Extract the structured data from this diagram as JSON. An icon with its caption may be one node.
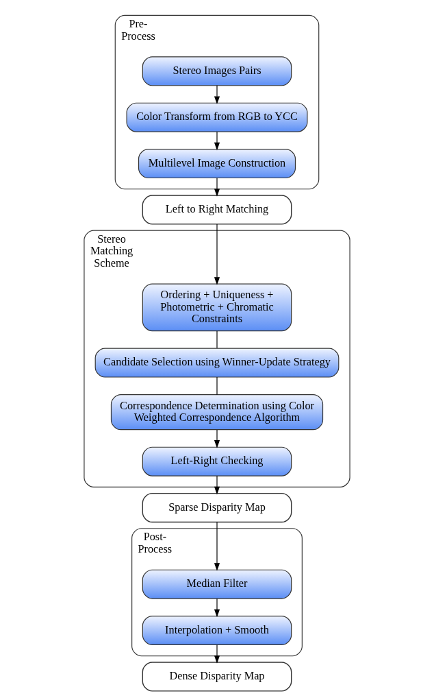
{
  "diagram": {
    "nodes": [
      {
        "text": [
          "Pre- Process"
        ]
      },
      {
        "text": [
          "Stereo Images Pairs"
        ],
        "in": 0
      },
      {
        "text": [
          "Color Transform from RGB to YCC"
        ],
        "in": 0
      },
      {
        "text": [
          "Multilevel Image Construction"
        ],
        "in": 0
      },
      {
        "text": [
          "Left to Right Matching"
        ]
      },
      {
        "text": [
          "Stereo Matching Scheme"
        ]
      },
      {
        "text": [
          "Ordering + Uniqueness + Photometric + Chromatic Constraints"
        ],
        "in": 5
      },
      {
        "text": [
          "Candidate Selection using Winner-Update Strategy"
        ],
        "in": 5
      },
      {
        "text": [
          "Correspondence Determination using Color Weighted Correspondence Algorithm"
        ],
        "in": 5
      },
      {
        "text": [
          "Left-Right Checking"
        ],
        "in": 5
      },
      {
        "text": [
          "Sparse Disparity Map"
        ]
      },
      {
        "text": [
          "Post- Process"
        ]
      },
      {
        "text": [
          "Median Filter"
        ],
        "in": 11
      },
      {
        "text": [
          "Interpolation + Smooth"
        ],
        "in": 11
      },
      {
        "text": [
          "Dense Disparity Map"
        ]
      }
    ],
    "edges": [
      {
        "from": 1,
        "to": 2,
        "arrow": "to"
      },
      {
        "from": 2,
        "to": 3,
        "arrow": "to"
      },
      {
        "from": 3,
        "to": 4,
        "arrow": "to"
      },
      {
        "from": 4,
        "to": 6,
        "arrow": "to"
      },
      {
        "from": 6,
        "to": 7,
        "arrow": "none"
      },
      {
        "from": 7,
        "to": 8,
        "arrow": "none"
      },
      {
        "from": 8,
        "to": 9,
        "arrow": "to"
      },
      {
        "from": 9,
        "to": 10,
        "arrow": "to"
      },
      {
        "from": 10,
        "to": 12,
        "arrow": "to"
      },
      {
        "from": 12,
        "to": 13,
        "arrow": "to"
      },
      {
        "from": 13,
        "to": 14,
        "arrow": "to"
      }
    ]
  }
}
